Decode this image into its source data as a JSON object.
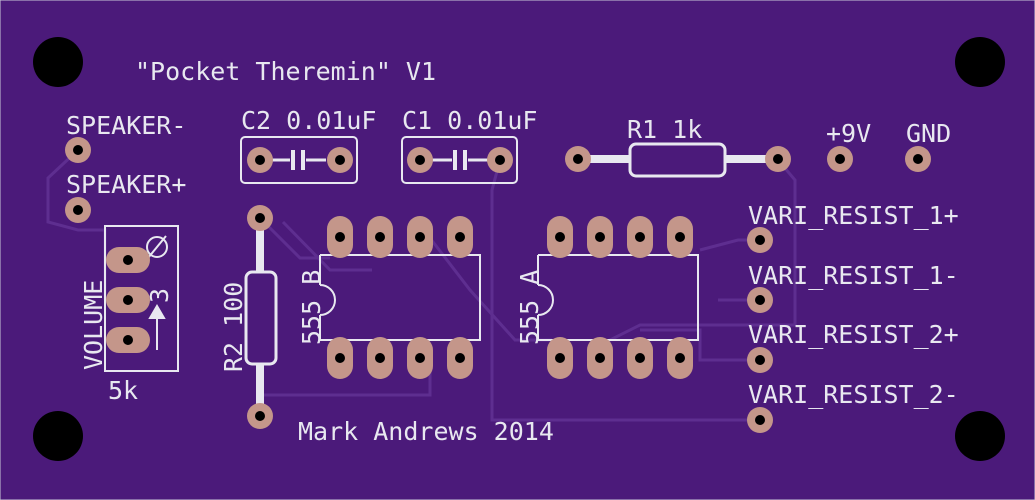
{
  "board": {
    "colors": {
      "substrate": "#4b1a7a",
      "silkscreen": "#e8e8f0",
      "copper": "#c4968a",
      "trace": "#5e2e90",
      "hole": "#000000"
    },
    "title": "\"Pocket Theremin\" V1",
    "credit": "Mark Andrews 2014"
  },
  "labels": {
    "speaker_minus": "SPEAKER-",
    "speaker_plus": "SPEAKER+",
    "c2": "C2 0.01uF",
    "c1": "C1 0.01uF",
    "r1": "R1 1k",
    "plus9v": "+9V",
    "gnd": "GND",
    "vr1_plus": "VARI_RESIST_1+",
    "vr1_minus": "VARI_RESIST_1-",
    "vr2_plus": "VARI_RESIST_2+",
    "vr2_minus": "VARI_RESIST_2-",
    "volume": "VOLUME",
    "pot_value": "5k",
    "pot_pin3": "3",
    "r2": "R2 100",
    "ic_b": "555 B",
    "ic_a": "555 A"
  }
}
